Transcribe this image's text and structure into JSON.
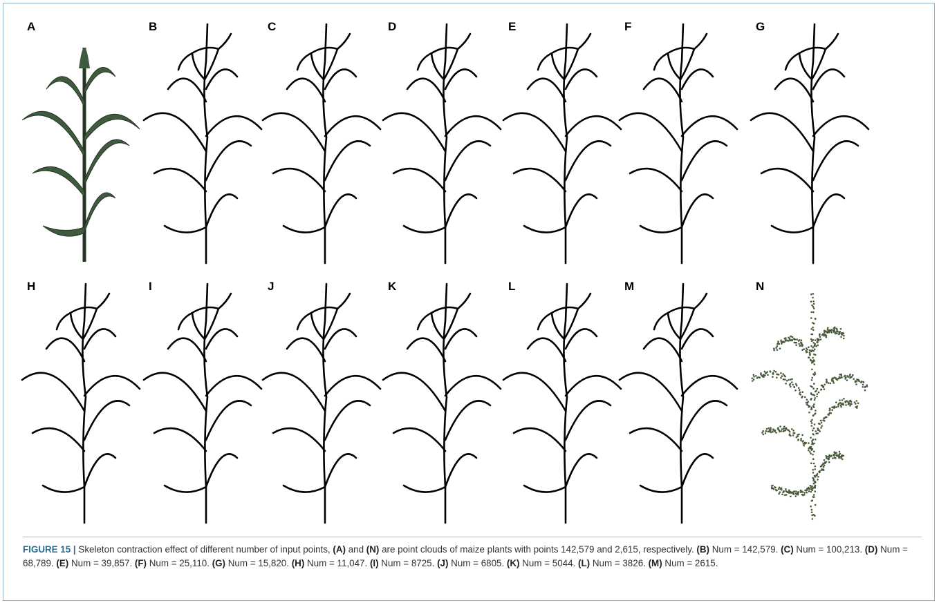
{
  "panels": [
    {
      "label": "A",
      "kind": "photo",
      "leaves": 8
    },
    {
      "label": "B",
      "kind": "skeleton",
      "leaves": 8,
      "loop": true,
      "points": 142579
    },
    {
      "label": "C",
      "kind": "skeleton",
      "leaves": 8,
      "loop": true,
      "points": 100213
    },
    {
      "label": "D",
      "kind": "skeleton",
      "leaves": 8,
      "loop": true,
      "points": 68789
    },
    {
      "label": "E",
      "kind": "skeleton",
      "leaves": 8,
      "loop": true,
      "points": 39857
    },
    {
      "label": "F",
      "kind": "skeleton",
      "leaves": 8,
      "loop": true,
      "points": 25110
    },
    {
      "label": "G",
      "kind": "skeleton",
      "leaves": 8,
      "loop": true,
      "points": 15820
    },
    {
      "label": "H",
      "kind": "skeleton",
      "leaves": 8,
      "loop": true,
      "points": 11047
    },
    {
      "label": "I",
      "kind": "skeleton",
      "leaves": 8,
      "loop": true,
      "points": 8725
    },
    {
      "label": "J",
      "kind": "skeleton",
      "leaves": 8,
      "loop": true,
      "points": 6805
    },
    {
      "label": "K",
      "kind": "skeleton",
      "leaves": 8,
      "loop": true,
      "points": 5044
    },
    {
      "label": "L",
      "kind": "skeleton",
      "leaves": 8,
      "loop": true,
      "points": 3826
    },
    {
      "label": "M",
      "kind": "skeleton",
      "leaves": 8,
      "loop": true,
      "points": 2615
    },
    {
      "label": "N",
      "kind": "pointcloud",
      "leaves": 8
    }
  ],
  "caption": {
    "fig_title": "FIGURE 15 |",
    "line1_text": " Skeleton contraction effect of different number of input points, ",
    "a_ref": "(A)",
    "and_text": " and ",
    "n_ref": "(N)",
    "line1_tail": " are point clouds of maize plants with points 142,579 and 2,615, respectively. ",
    "items": [
      {
        "ref": "(B)",
        "text": " Num = 142,579. "
      },
      {
        "ref": "(C)",
        "text": " Num = 100,213. "
      },
      {
        "ref": "(D)",
        "text": " Num = 68,789. "
      },
      {
        "ref": "(E)",
        "text": " Num = 39,857. "
      },
      {
        "ref": "(F)",
        "text": " Num = 25,110. "
      },
      {
        "ref": "(G)",
        "text": " Num = 15,820. "
      },
      {
        "ref": "(H)",
        "text": " Num = 11,047. "
      },
      {
        "ref": "(I)",
        "text": " Num = 8725. "
      },
      {
        "ref": "(J)",
        "text": " Num = 6805. "
      },
      {
        "ref": "(K)",
        "text": " Num = 5044. "
      },
      {
        "ref": "(L)",
        "text": " Num = 3826. "
      },
      {
        "ref": "(M)",
        "text": " Num = 2615."
      }
    ]
  },
  "colors": {
    "skeleton": "#000000",
    "leaf": "#3f5a3f",
    "leaf_dark": "#243524",
    "cloud": "#4a5a3c",
    "title": "#2a6f97"
  }
}
